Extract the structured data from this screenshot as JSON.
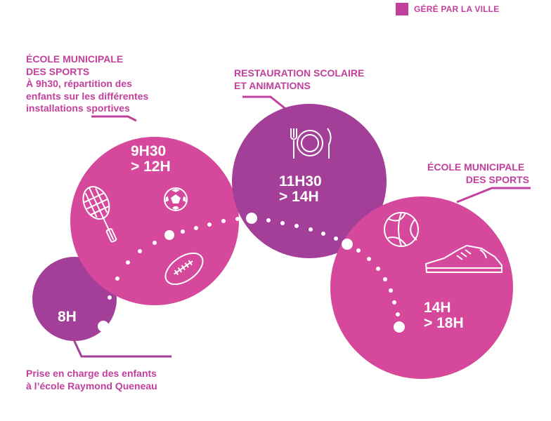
{
  "colors": {
    "magenta": "#c23f9c",
    "purple": "#a33f98",
    "pink": "#d5489b",
    "white": "#ffffff"
  },
  "legend": {
    "text": "GÉRÉ PAR LA VILLE"
  },
  "stages": {
    "s1": {
      "time_line1": "8H",
      "caption_line1": "Prise en charge des enfants",
      "caption_line2": "à l’école Raymond Queneau"
    },
    "s2": {
      "time_line1": "9H30",
      "time_line2": "> 12H",
      "title_line1": "ÉCOLE MUNICIPALE",
      "title_line2": "DES SPORTS",
      "desc_line1": "À 9h30, répartition des",
      "desc_line2": "enfants sur les différentes",
      "desc_line3": "installations sportives"
    },
    "s3": {
      "time_line1": "11H30",
      "time_line2": "> 14H",
      "title_line1": "RESTAURATION SCOLAIRE",
      "title_line2": "ET ANIMATIONS"
    },
    "s4": {
      "time_line1": "14H",
      "time_line2": "> 18H",
      "title_line1": "ÉCOLE MUNICIPALE",
      "title_line2": "DES SPORTS"
    }
  },
  "icons": [
    "tennis-racket-icon",
    "soccer-ball-icon",
    "rugby-ball-icon",
    "fork-plate-knife-icon",
    "volleyball-icon",
    "sneaker-icon"
  ]
}
